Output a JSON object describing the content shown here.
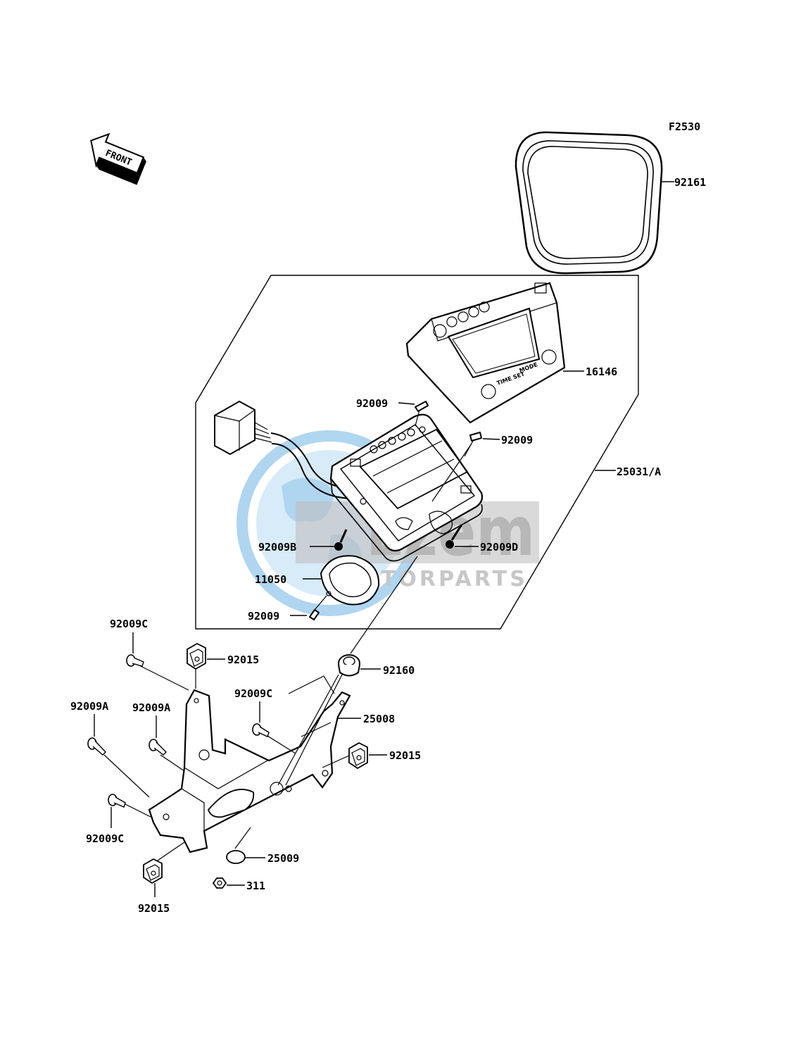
{
  "figure_code": "F2530",
  "front_arrow_text": "FRONT",
  "watermark": {
    "brand": "Ezem",
    "sub": "MOTORPARTS"
  },
  "meter_text": {
    "time_set": "TIME SET",
    "mode": "MODE"
  },
  "labels": {
    "bezel": "92161",
    "meter_cover": "16146",
    "screw_top_1": "92009",
    "screw_top_2": "92009",
    "meter_assembly": "25031/A",
    "screw_b": "92009B",
    "screw_d": "92009D",
    "gasket": "11050",
    "screw_gasket": "92009",
    "screw_c_1": "92009C",
    "nut_clip_1": "92015",
    "grommet": "92160",
    "screw_c_2": "92009C",
    "bracket": "25008",
    "screw_a_1": "92009A",
    "screw_a_2": "92009A",
    "nut_clip_2": "92015",
    "screw_c_3": "92009C",
    "collar": "25009",
    "nut": "311",
    "nut_clip_3": "92015"
  }
}
